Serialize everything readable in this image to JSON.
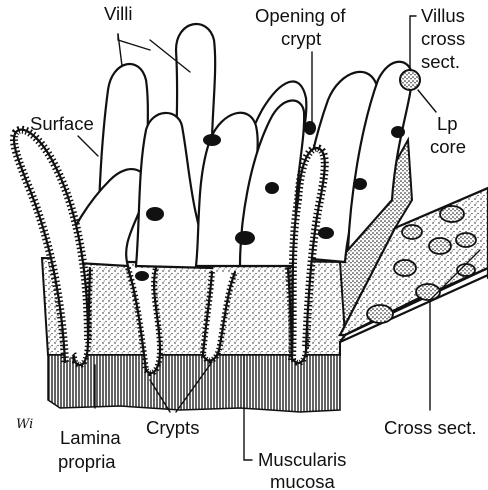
{
  "diagram": {
    "labels": {
      "villi": "Villi",
      "opening_of_crypt_1": "Opening of",
      "opening_of_crypt_2": "crypt",
      "villus_cross_sect_1": "Villus",
      "villus_cross_sect_2": "cross",
      "villus_cross_sect_3": "sect.",
      "surface": "Surface",
      "lp_core_1": "Lp",
      "lp_core_2": "core",
      "lamina_propria_1": "Lamina",
      "lamina_propria_2": "propria",
      "crypts": "Crypts",
      "muscularis_mucosa_1": "Muscularis",
      "muscularis_mucosa_2": "mucosa",
      "cross_sect": "Cross sect."
    },
    "signature": "Wi"
  },
  "colors": {
    "ink": "#111111",
    "paper": "#ffffff"
  }
}
